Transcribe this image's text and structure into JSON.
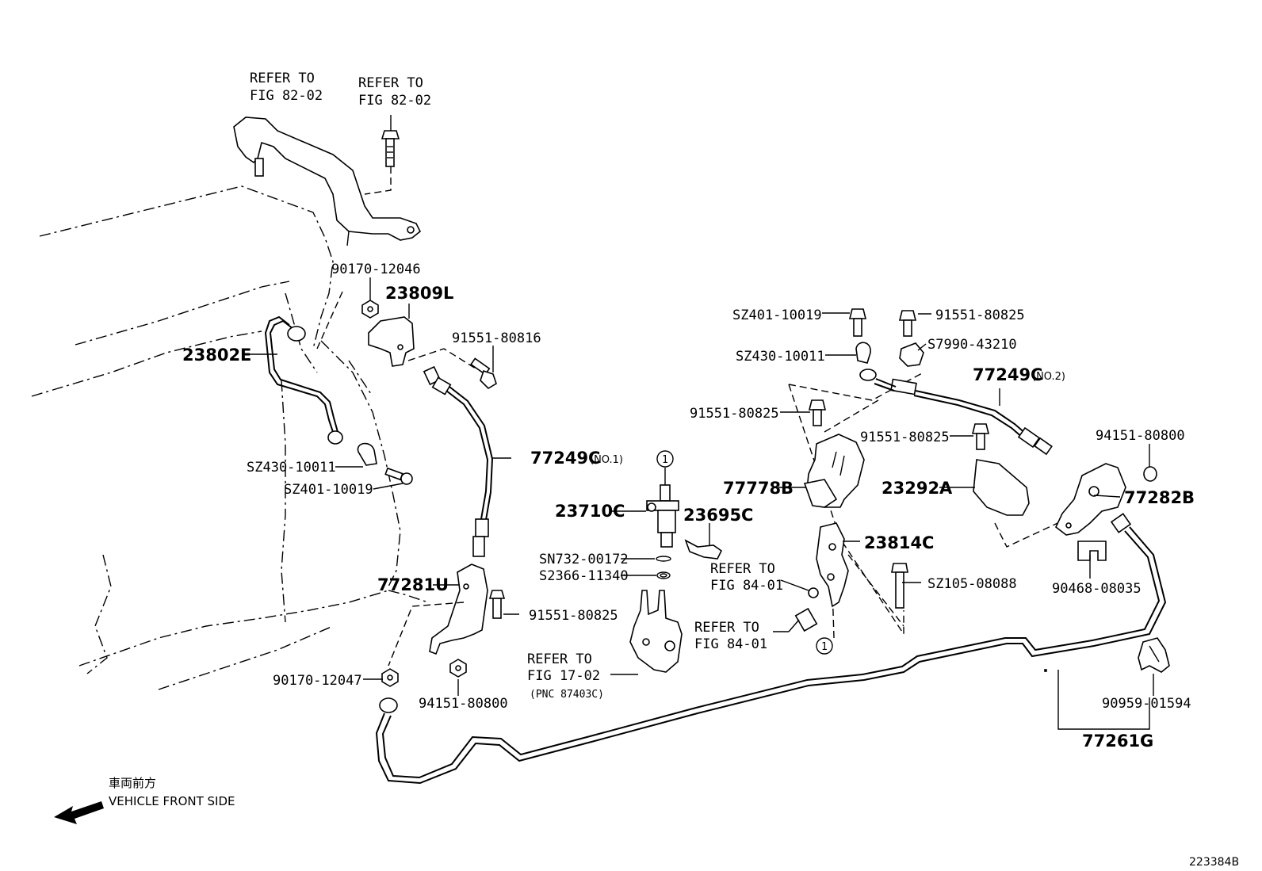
{
  "refs": {
    "refer_82_02_a": [
      "REFER TO",
      "FIG 82-02"
    ],
    "refer_82_02_b": [
      "REFER TO",
      "FIG 82-02"
    ],
    "refer_84_01_a": [
      "REFER TO",
      "FIG 84-01"
    ],
    "refer_84_01_b": [
      "REFER TO",
      "FIG 84-01"
    ],
    "refer_17_02": [
      "REFER TO",
      "FIG 17-02",
      "(PNC 87403C)"
    ]
  },
  "parts": {
    "p90170_12046": "90170-12046",
    "p23809L": "23809L",
    "p23802E": "23802E",
    "p91551_80816": "91551-80816",
    "pSZ430_left": "SZ430-10011",
    "pSZ401_left": "SZ401-10019",
    "p77249C_no1": "77249C",
    "p77249C_no1_tag": "(NO.1)",
    "p23710C": "23710C",
    "p23695C": "23695C",
    "pSN732": "SN732-00172",
    "pS2366": "S2366-11340",
    "p77281U": "77281U",
    "p91551_80825_mid": "91551-80825",
    "p90170_12047": "90170-12047",
    "p94151_bottom": "94151-80800",
    "pSZ401_right": "SZ401-10019",
    "p91551_80825_top": "91551-80825",
    "pSZ430_right": "SZ430-10011",
    "pS7990": "S7990-43210",
    "p77249C_no2": "77249C",
    "p77249C_no2_tag": "(NO.2)",
    "p91551_80825_left": "91551-80825",
    "p91551_80825_right": "91551-80825",
    "p94151_right": "94151-80800",
    "p77778B": "77778B",
    "p23292A": "23292A",
    "p77282B": "77282B",
    "p23814C": "23814C",
    "pSZ105": "SZ105-08088",
    "p90468": "90468-08035",
    "p90959": "90959-01594",
    "p77261G": "77261G"
  },
  "callout_markers": [
    "1",
    "1"
  ],
  "direction": {
    "japanese": "車両前方",
    "english": "VEHICLE FRONT SIDE"
  },
  "figure_id": "223384B"
}
